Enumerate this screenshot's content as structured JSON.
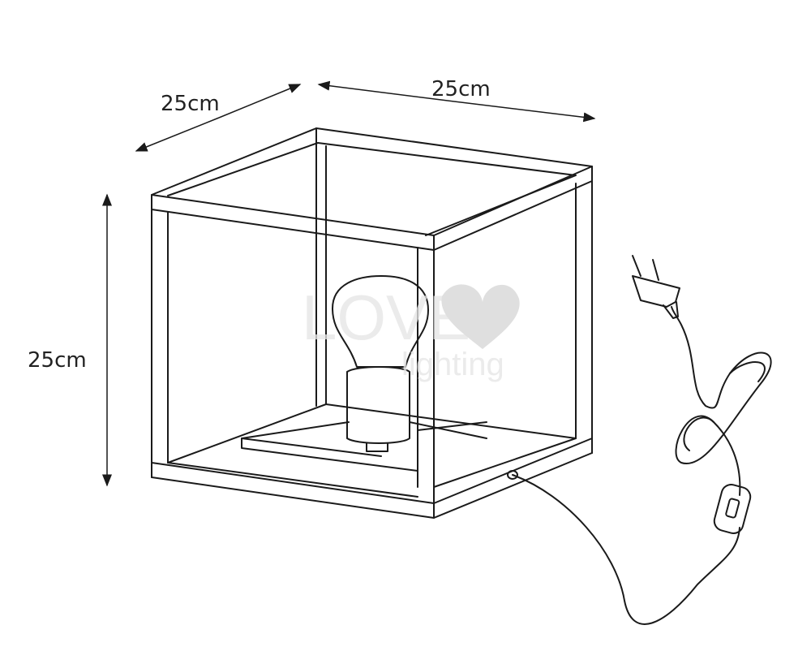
{
  "dimensions": {
    "depth_label": "25cm",
    "width_label": "25cm",
    "height_label": "25cm"
  },
  "watermark": {
    "brand_main": "LOVE",
    "brand_sub": "lighting"
  },
  "colors": {
    "line": "#1a1a1a",
    "background": "#ffffff"
  }
}
